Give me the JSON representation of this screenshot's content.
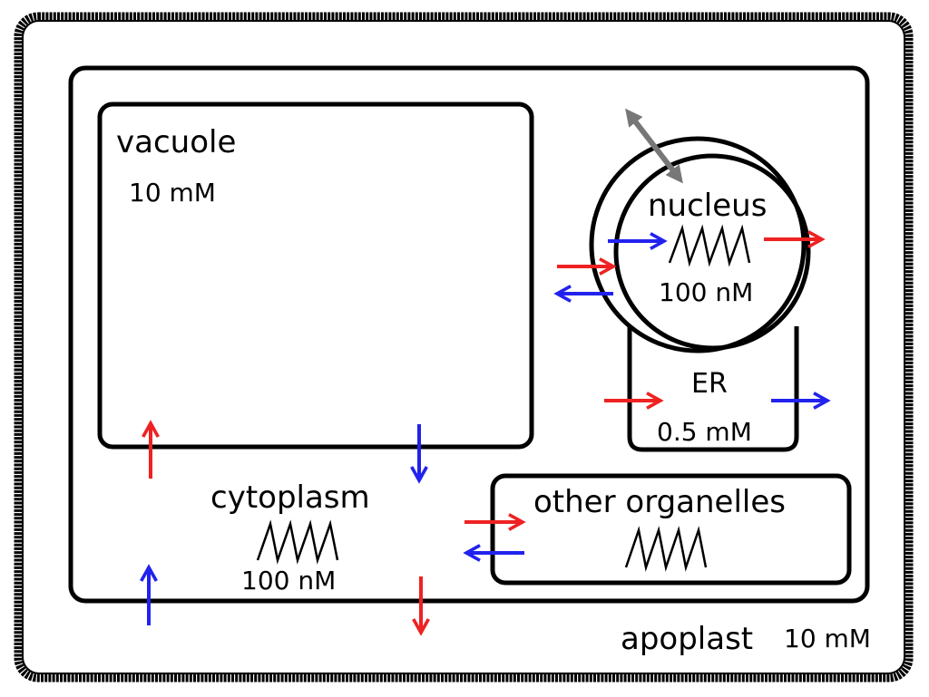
{
  "compartments": {
    "vacuole": {
      "name": "vacuole",
      "concentration": "10 mM"
    },
    "nucleus": {
      "name": "nucleus",
      "concentration": "100 nM"
    },
    "er": {
      "name": "ER",
      "concentration": "0.5 mM"
    },
    "cytoplasm": {
      "name": "cytoplasm",
      "concentration": "100 nM"
    },
    "organelles": {
      "name": "other organelles"
    },
    "apoplast": {
      "name": "apoplast",
      "concentration": "10 mM"
    }
  },
  "colors": {
    "influx": "#ee2222",
    "efflux": "#2222ee",
    "exchange": "#777777",
    "outline": "#000000"
  }
}
